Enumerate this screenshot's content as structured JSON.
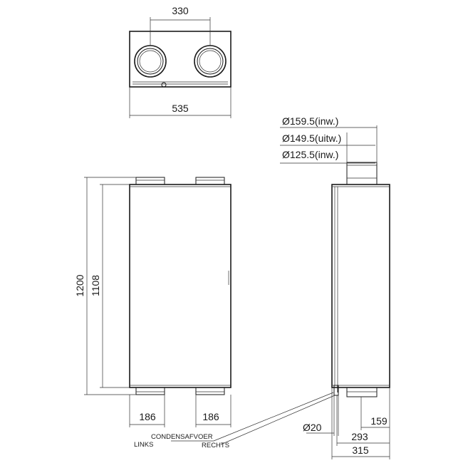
{
  "dimensions": {
    "top_spacing": "330",
    "top_width": "535",
    "height_total": "1200",
    "height_body": "1108",
    "spigot_left": "186",
    "spigot_right": "186",
    "dia_outer_inw": "Ø159.5(inw.)",
    "dia_outer_uitw": "Ø149.5(uitw.)",
    "dia_inner_inw": "Ø125.5(inw.)",
    "side_159": "159",
    "side_293": "293",
    "side_315": "315",
    "drain_dia": "Ø20"
  },
  "labels": {
    "condensate": "CONDENSAFVOER",
    "left": "LINKS",
    "right": "RECHTS"
  }
}
